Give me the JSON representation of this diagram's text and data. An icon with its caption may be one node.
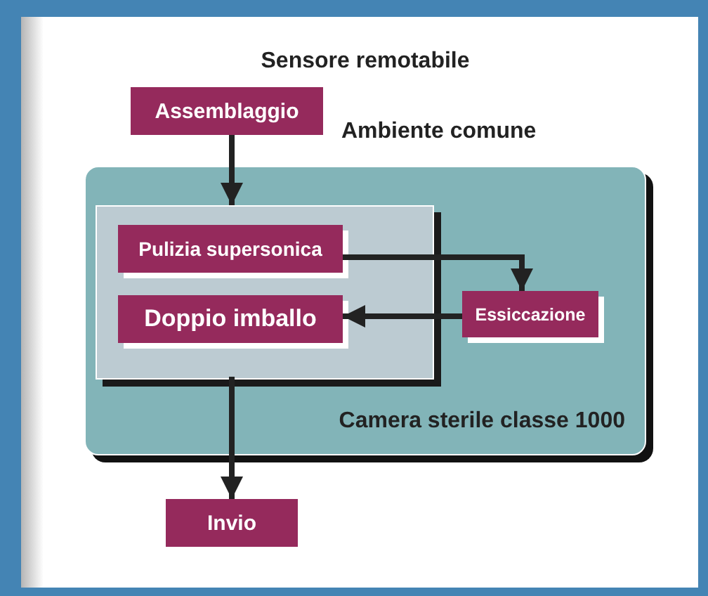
{
  "diagram": {
    "title": "Sensore remotabile",
    "nodes": [
      {
        "text": [
          "Assemblaggio"
        ]
      },
      {
        "text": [
          "Camera sterile classe 1000"
        ]
      },
      {
        "text": [],
        "shape": "box",
        "in": 1
      },
      {
        "text": [
          "Pulizia supersonica"
        ],
        "in": 2
      },
      {
        "text": [
          "Doppio imballo"
        ],
        "in": 2
      },
      {
        "text": [
          "Essiccazione"
        ],
        "in": 1
      },
      {
        "text": [
          "Invio"
        ]
      }
    ],
    "edges": [
      {
        "from": 0,
        "to": 2,
        "arrow": "to"
      },
      {
        "from": 3,
        "to": 5,
        "arrow": "to"
      },
      {
        "from": 5,
        "to": 4,
        "arrow": "to"
      },
      {
        "from": 2,
        "to": 6,
        "arrow": "to"
      }
    ],
    "labels": [
      "Ambiente comune"
    ]
  }
}
